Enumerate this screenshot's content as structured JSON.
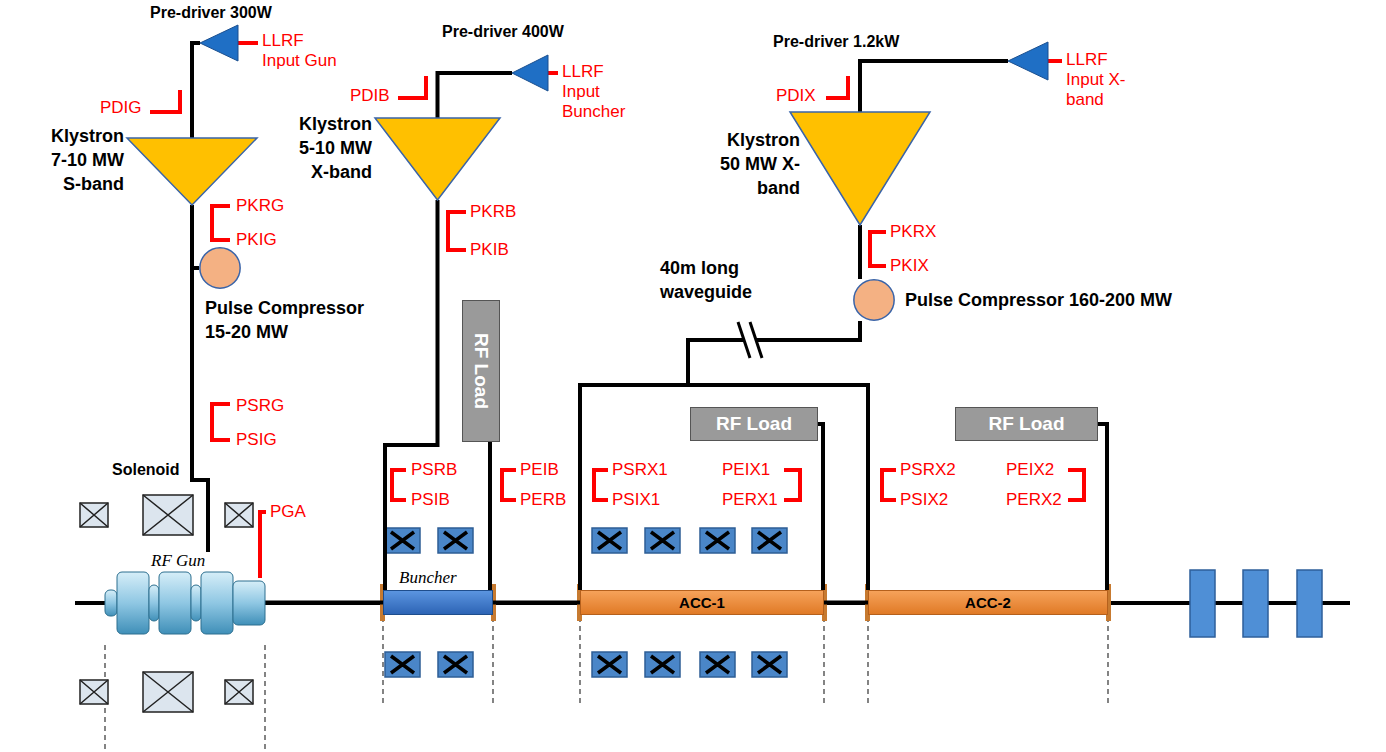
{
  "diagram": {
    "nodes": [
      {
        "text": [
          "Pre-driver 300W"
        ]
      },
      {
        "text": [
          "Klystron 7-10 MW S-band"
        ]
      },
      {
        "text": [
          "Pulse Compressor 15-20 MW"
        ]
      },
      {
        "text": [
          "Pre-driver 400W"
        ]
      },
      {
        "text": [
          "Klystron 5-10 MW X-band"
        ]
      },
      {
        "text": [
          "Pre-driver 1.2kW"
        ]
      },
      {
        "text": [
          "Klystron 50 MW X-band"
        ]
      },
      {
        "text": [
          "Pulse Compressor 160-200 MW"
        ]
      },
      {
        "text": [
          "RF Gun"
        ]
      },
      {
        "text": [
          "Buncher"
        ]
      },
      {
        "text": [
          "RF Load"
        ]
      },
      {
        "text": [
          "ACC-1"
        ]
      },
      {
        "text": [
          "RF Load"
        ]
      },
      {
        "text": [
          "ACC-2"
        ]
      },
      {
        "text": [
          "RF Load"
        ]
      }
    ],
    "edges": [
      {
        "from": 0,
        "to": 1,
        "arrow": "none"
      },
      {
        "from": 1,
        "to": 2,
        "arrow": "none"
      },
      {
        "from": 2,
        "to": 8,
        "arrow": "none"
      },
      {
        "from": 3,
        "to": 4,
        "arrow": "none"
      },
      {
        "from": 4,
        "to": 9,
        "arrow": "none"
      },
      {
        "from": 9,
        "to": 10,
        "arrow": "none"
      },
      {
        "from": 5,
        "to": 6,
        "arrow": "none"
      },
      {
        "from": 6,
        "to": 7,
        "arrow": "none"
      },
      {
        "from": 7,
        "to": 11,
        "arrow": "none"
      },
      {
        "from": 7,
        "to": 13,
        "arrow": "none"
      },
      {
        "from": 11,
        "to": 12,
        "arrow": "none"
      },
      {
        "from": 13,
        "to": 14,
        "arrow": "none"
      },
      {
        "from": 8,
        "to": 9,
        "arrow": "none"
      },
      {
        "from": 9,
        "to": 11,
        "arrow": "none"
      },
      {
        "from": 11,
        "to": 13,
        "arrow": "none"
      }
    ],
    "labels": [
      "LLRF Input Gun",
      "PDIG",
      "PKRG",
      "PKIG",
      "PSRG",
      "PSIG",
      "Solenoid",
      "PGA",
      "LLRF Input Buncher",
      "PDIB",
      "PKRB",
      "PKIB",
      "PSRB",
      "PSIB",
      "PEIB",
      "PERB",
      "40m long waveguide",
      "LLRF Input X-band",
      "PDIX",
      "PKRX",
      "PKIX",
      "PSRX1",
      "PSIX1",
      "PEIX1",
      "PERX1",
      "PSRX2",
      "PSIX2",
      "PEIX2",
      "PERX2"
    ]
  }
}
